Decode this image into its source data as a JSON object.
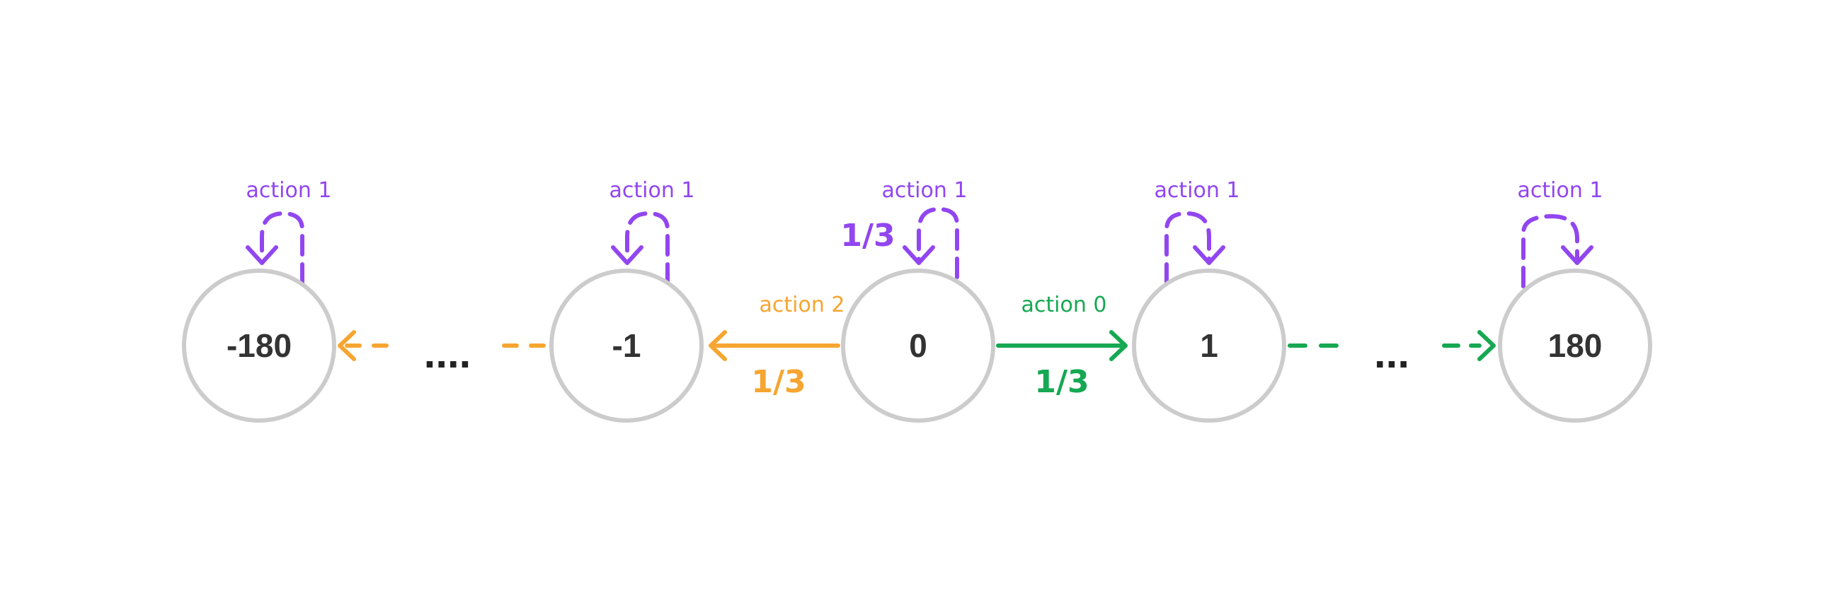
{
  "colors": {
    "self_loop": "#9146f0",
    "left_transition": "#f7a531",
    "right_transition": "#16a852",
    "node_border": "#cccccc",
    "node_text": "#333333",
    "ellipsis": "#222222"
  },
  "nodes": [
    {
      "label": "-180",
      "self_loop_label": "action 1"
    },
    {
      "label": "-1",
      "self_loop_label": "action 1"
    },
    {
      "label": "0",
      "self_loop_label": "action 1",
      "self_loop_prob": "1/3"
    },
    {
      "label": "1",
      "self_loop_label": "action 1"
    },
    {
      "label": "180",
      "self_loop_label": "action 1"
    }
  ],
  "edges": {
    "left": {
      "label": "action 2",
      "prob": "1/3"
    },
    "right": {
      "label": "action 0",
      "prob": "1/3"
    }
  },
  "ellipsis": {
    "left": "....",
    "right": "..."
  }
}
